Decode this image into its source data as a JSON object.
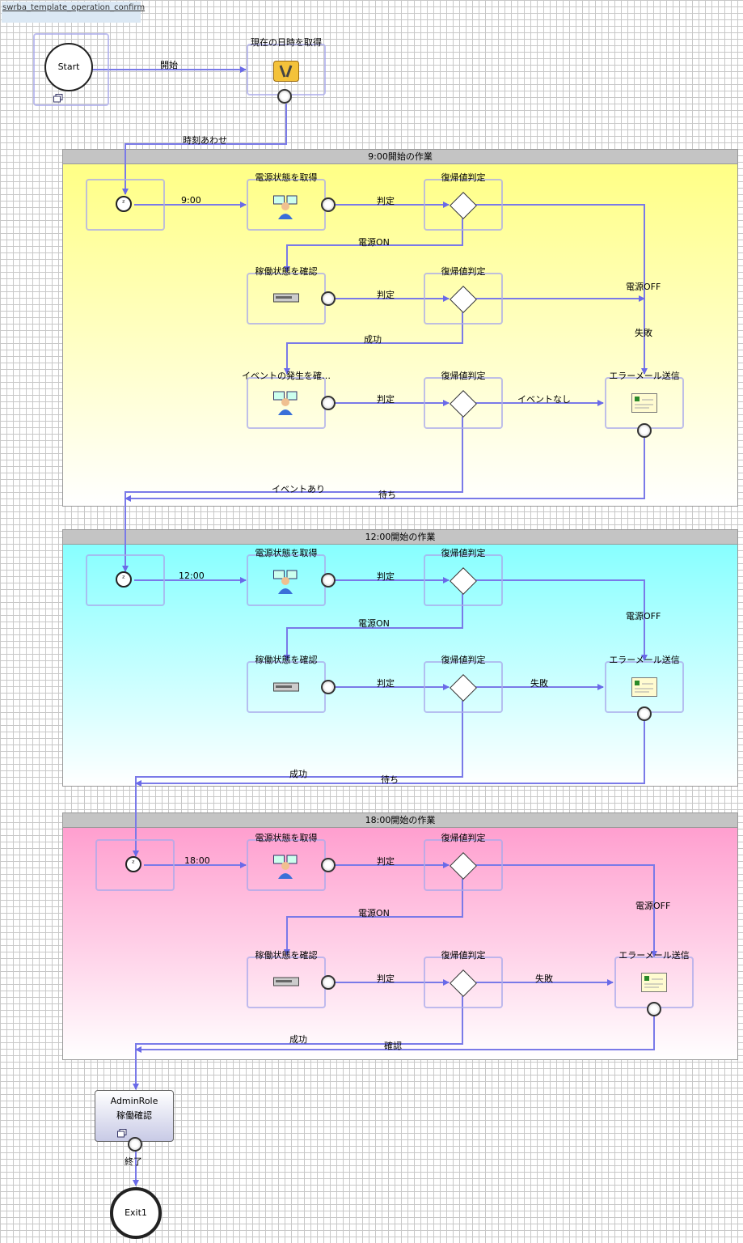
{
  "tab_title": "swrba_template_operation_confirm",
  "start": {
    "label": "Start",
    "edge": "開始"
  },
  "get_time": {
    "title": "現在の日時を取得",
    "edge": "時刻あわせ"
  },
  "lanes": [
    {
      "title": "9:00開始の作業",
      "color": "#ffff80",
      "timer_edge": "9:00"
    },
    {
      "title": "12:00開始の作業",
      "color": "#80ffff",
      "timer_edge": "12:00"
    },
    {
      "title": "18:00開始の作業",
      "color": "#ff99cc",
      "timer_edge": "18:00"
    }
  ],
  "nodes": {
    "power_get": "電源状態を取得",
    "running_check": "稼働状態を確認",
    "event_check": "イベントの発生を確…",
    "judge": "復帰値判定",
    "error_mail": "エラーメール送信"
  },
  "edges": {
    "judge": "判定",
    "power_on": "電源ON",
    "power_off": "電源OFF",
    "success": "成功",
    "failure": "失敗",
    "no_event": "イベントなし",
    "event_exists": "イベントあり",
    "wait": "待ち",
    "confirm": "確認",
    "end": "終了"
  },
  "role": {
    "line1": "AdminRole",
    "line2": "稼働確認"
  },
  "exit": {
    "label": "Exit1"
  }
}
